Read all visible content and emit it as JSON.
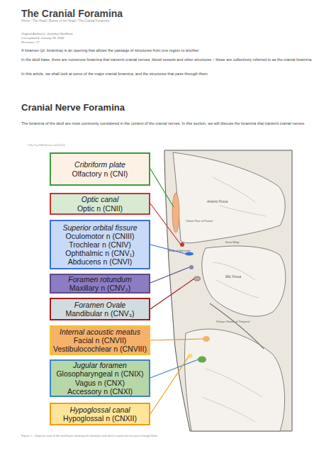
{
  "diagram": {
    "title": "The Cranial Foramina",
    "caption": "Figure 1 – Superior view of the skull base showing the foramina and which cranial nerves pass through them.",
    "nodes": [
      {
        "text": [
          "Cribriform plate",
          "Olfactory n (CNI)"
        ]
      },
      {
        "text": [
          "Optic canal",
          "Optic n (CNII)"
        ]
      },
      {
        "text": [
          "Superior orbital fissure",
          "Oculomotor n (CNIII)",
          "Trochlear n (CNIV)",
          "Ophthalmic n (CNV₁)",
          "Abducens n (CNVI)"
        ]
      },
      {
        "text": [
          "Foramen rotundum",
          "Maxillary n (CNV₂)"
        ]
      },
      {
        "text": [
          "Foramen Ovale",
          "Mandibular n (CNV₃)"
        ]
      },
      {
        "text": [
          "Internal acoustic meatus",
          "Facial n (CNVII)",
          "Vestibulocochlear n (CNVIII)"
        ]
      },
      {
        "text": [
          "Jugular foramen",
          "Glosopharyngeal n (CNIX)",
          "Vagus n (CNX)",
          "Accessory n (CNXI)"
        ]
      },
      {
        "text": [
          "Hypoglossal canal",
          "Hypoglossal n (CNXII)"
        ]
      }
    ],
    "labels": [
      "Home / The Head / Bones of the Head / The Cranial Foramina",
      "Original Author(s): Jonathan Spellman",
      "Last updated: January 18, 2022",
      "Revisions: 17",
      "A foramen (pl. foramina) is an opening that allows the passage of structures from one region to another.",
      "In the skull base, there are numerous foramina that transmit cranial nerves, blood vessels and other structures – these are collectively referred to as the cranial foramina.",
      "In this article, we shall look at some of the major cranial foramina, and the structures that pass through them.",
      "Cranial Nerve Foramina",
      "The foramina of the skull are most commonly considered in the context of the cranial nerves. In this section, we will discuss the foramina that transmit cranial nerves.",
      "© By TeachMeSeries Ltd (2022)",
      "Anterior Fossa",
      "Orbital Plate of Frontal",
      "Body of Sphenoid",
      "Great Wing",
      "Mid. Fossa",
      "Petrous Portion of Temporal"
    ]
  }
}
